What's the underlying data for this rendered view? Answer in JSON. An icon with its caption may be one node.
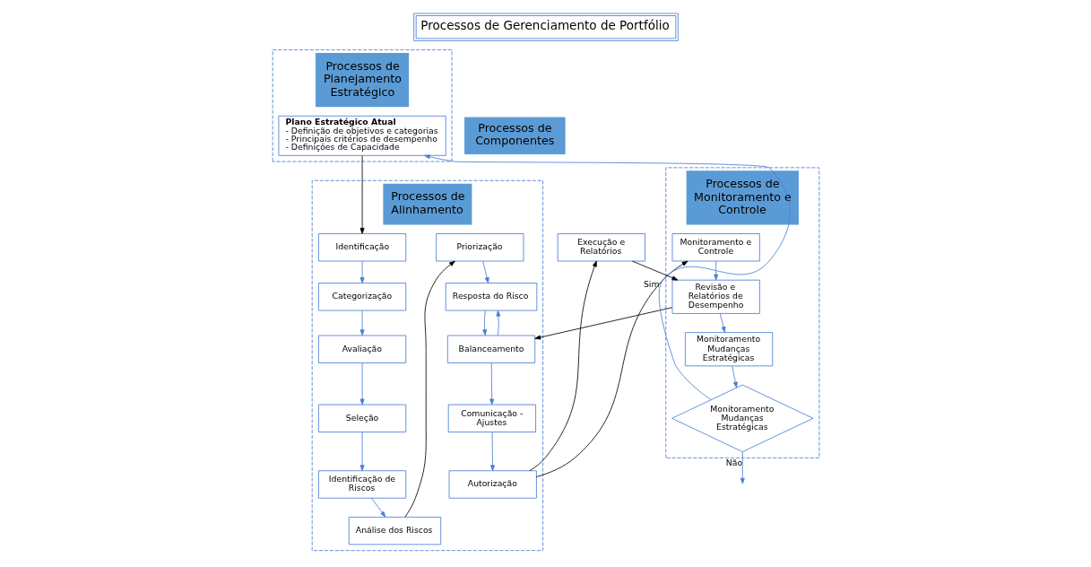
{
  "diagram": {
    "title": "Processos de Gerenciamento de Portfólio",
    "nodes": [
      {
        "text": [
          "Processos de Planejamento Estratégico"
        ]
      },
      {
        "text": [
          "Plano Estratégico Atual",
          "- Definição de objetivos e categorias",
          "- Principais critérios de desempenho",
          "- Definições de Capacidade"
        ],
        "in": 0
      },
      {
        "text": [
          "Processos de Alinhamento"
        ]
      },
      {
        "text": [
          "Identificação"
        ],
        "in": 2
      },
      {
        "text": [
          "Categorização"
        ],
        "in": 2
      },
      {
        "text": [
          "Avaliação"
        ],
        "in": 2
      },
      {
        "text": [
          "Seleção"
        ],
        "in": 2
      },
      {
        "text": [
          "Identificação de Riscos"
        ],
        "in": 2
      },
      {
        "text": [
          "Análise dos Riscos"
        ],
        "in": 2
      },
      {
        "text": [
          "Priorização"
        ],
        "in": 2
      },
      {
        "text": [
          "Resposta do Risco"
        ],
        "in": 2
      },
      {
        "text": [
          "Balanceamento"
        ],
        "in": 2
      },
      {
        "text": [
          "Comunicação - Ajustes"
        ],
        "in": 2
      },
      {
        "text": [
          "Autorização"
        ],
        "in": 2
      },
      {
        "text": [
          "Processos de Monitoramento e Controle"
        ]
      },
      {
        "text": [
          "Monitoramento e Controle"
        ],
        "in": 14
      },
      {
        "text": [
          "Revisão e Relatórios de Desempenho"
        ],
        "in": 14
      },
      {
        "text": [
          "Monitoramento Mudanças Estratégicas"
        ],
        "in": 14
      },
      {
        "text": [
          "Monitoramento Mudanças Estratégicas"
        ],
        "in": 14
      },
      {
        "text": [
          "Processos de Componentes"
        ]
      },
      {
        "text": [
          "Execução e Relatórios"
        ]
      }
    ],
    "edges": [
      {
        "from": 1,
        "to": 3,
        "arrow": "to",
        "color": "#000000"
      },
      {
        "from": 3,
        "to": 4,
        "arrow": "to"
      },
      {
        "from": 4,
        "to": 5,
        "arrow": "to"
      },
      {
        "from": 5,
        "to": 6,
        "arrow": "to"
      },
      {
        "from": 6,
        "to": 7,
        "arrow": "to"
      },
      {
        "from": 7,
        "to": 8,
        "arrow": "to"
      },
      {
        "from": 8,
        "to": 9,
        "arrow": "to",
        "color": "#000000"
      },
      {
        "from": 9,
        "to": 10,
        "arrow": "to"
      },
      {
        "from": 10,
        "to": 11,
        "arrow": "to"
      },
      {
        "from": 11,
        "to": 10,
        "arrow": "to"
      },
      {
        "from": 11,
        "to": 12,
        "arrow": "to"
      },
      {
        "from": 12,
        "to": 13,
        "arrow": "to"
      },
      {
        "from": 13,
        "to": 15,
        "arrow": "to",
        "color": "#000000"
      },
      {
        "from": 13,
        "to": 20,
        "arrow": "to",
        "color": "#000000"
      },
      {
        "from": 16,
        "to": 11,
        "arrow": "to",
        "color": "#000000"
      },
      {
        "from": 20,
        "to": 16,
        "arrow": "to",
        "color": "#000000"
      },
      {
        "from": 15,
        "to": 16,
        "arrow": "to"
      },
      {
        "from": 16,
        "to": 17,
        "arrow": "to"
      },
      {
        "from": 17,
        "to": 18,
        "arrow": "to"
      },
      {
        "from": 18,
        "to": null,
        "arrow": "to",
        "label": "Não"
      },
      {
        "from": 18,
        "to": 1,
        "arrow": "to",
        "label": "Sim"
      }
    ]
  }
}
